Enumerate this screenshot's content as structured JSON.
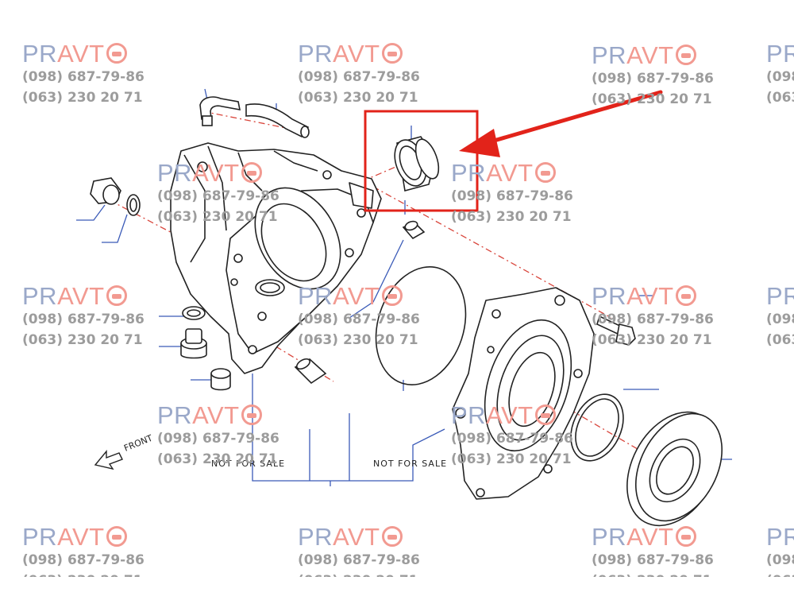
{
  "watermark": {
    "brand_pr": "PR",
    "brand_avt": "AVT",
    "phone1": "(098) 687-79-86",
    "phone2": "(063) 230 20 71"
  },
  "labels": {
    "front": "FRONT",
    "not_for_sale_left": "NOT FOR SALE",
    "not_for_sale_right": "NOT FOR SALE"
  },
  "colors": {
    "line": "#222222",
    "leader": "#3b5bb8",
    "centerline": "#d9463c",
    "highlight": "#e2231a"
  }
}
